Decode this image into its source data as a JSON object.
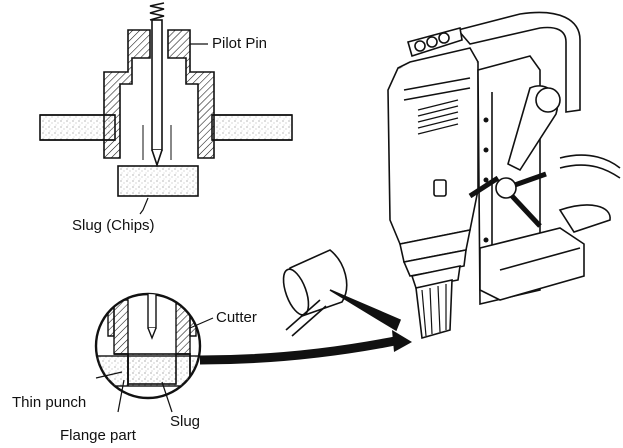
{
  "labels": {
    "pilot_pin": "Pilot Pin",
    "slug_chips": "Slug (Chips)",
    "cutter": "Cutter",
    "thin_punch": "Thin punch",
    "slug": "Slug",
    "flange_part": "Flange part"
  },
  "colors": {
    "line": "#111111",
    "stipple": "#9a9a9a",
    "background": "#ffffff"
  }
}
